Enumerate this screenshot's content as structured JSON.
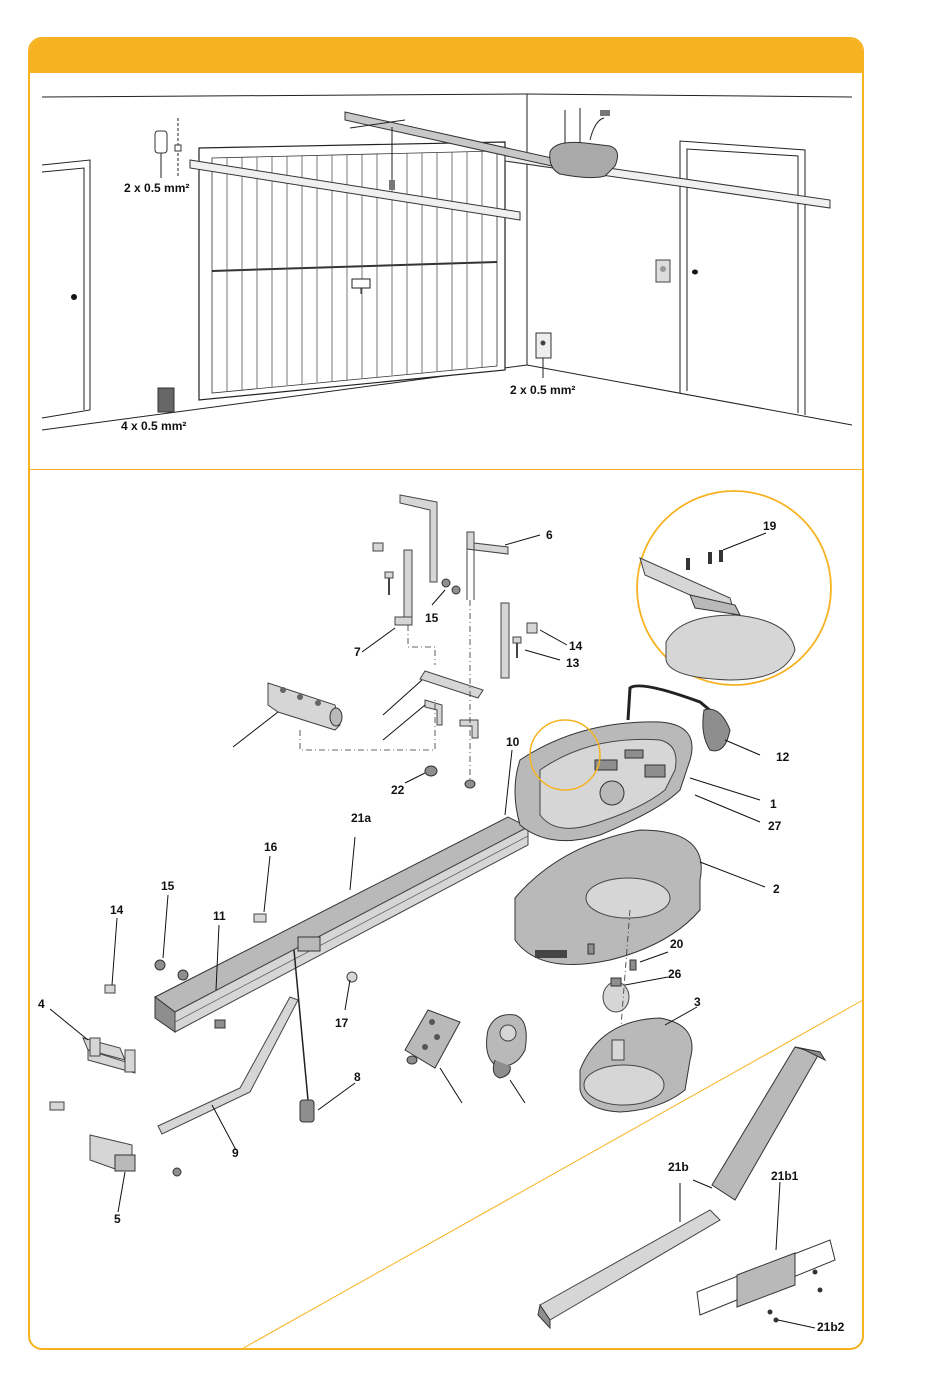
{
  "scene": {
    "wire_labels": {
      "flash_light": "2 x 0.5 mm²",
      "wall_switch": "2 x 0.5 mm²",
      "photocell": "4 x 0.5 mm²"
    }
  },
  "parts": {
    "labels": [
      "1",
      "2",
      "3",
      "4",
      "5",
      "6",
      "7",
      "8",
      "9",
      "10",
      "11",
      "12",
      "13",
      "14",
      "14",
      "15",
      "15",
      "16",
      "17",
      "19",
      "20",
      "21a",
      "21b",
      "21b1",
      "21b2",
      "22",
      "26",
      "27"
    ]
  },
  "colors": {
    "accent": "#f6b220",
    "line": "#222222",
    "part_fill": "#b9b9b9"
  }
}
